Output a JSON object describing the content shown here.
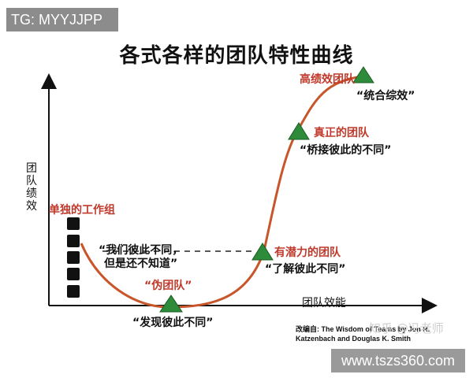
{
  "tag": "TG: MYYJJPP",
  "title": "各式各样的团队特性曲线",
  "y_axis_label": "团队绩效",
  "x_axis_label": "团队效能",
  "stages": {
    "single": {
      "name": "单独的工作组",
      "quote_line1": "“我们彼此不同，",
      "quote_line2": "但是还不知道”"
    },
    "pseudo": {
      "name": "“伪团队”",
      "quote": "“发现彼此不同”"
    },
    "potential": {
      "name": "有潜力的团队",
      "quote": "“了解彼此不同”"
    },
    "real": {
      "name": "真正的团队",
      "quote": "“桥接彼此的不同”"
    },
    "high": {
      "name": "高绩效团队",
      "quote": "“统合综效”"
    }
  },
  "source": {
    "line1": "改编自: The Wisdom of Teams by Jon R.",
    "line2": "Katzenbach and Douglas K. Smith"
  },
  "watermark": "知乎 @冯老师",
  "site_url": "www.tszs360.com",
  "colors": {
    "curve": "#c8562a",
    "triangle_fill": "#2e8b3a",
    "label_red": "#c0392b"
  }
}
